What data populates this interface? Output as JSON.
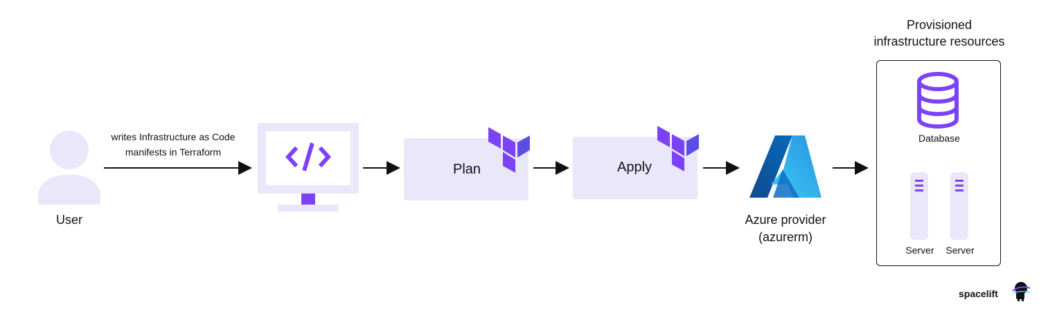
{
  "user": {
    "label": "User",
    "action_line_1": "writes Infrastructure as Code",
    "action_line_2": "manifests in Terraform"
  },
  "steps": {
    "plan_label": "Plan",
    "apply_label": "Apply"
  },
  "provider": {
    "line_1": "Azure provider",
    "line_2": "(azurerm)"
  },
  "resources": {
    "title_line_1": "Provisioned",
    "title_line_2": "infrastructure resources",
    "database_label": "Database",
    "server_1_label": "Server",
    "server_2_label": "Server"
  },
  "brand": {
    "name": "spacelift"
  },
  "colors": {
    "accent_purple": "#7b42f6",
    "light_purple": "#ebe7fb",
    "terraform_purple": "#5c4ee5",
    "azure_blue": "#1f74d8",
    "azure_light": "#39c7f4",
    "line": "#111111"
  },
  "icons": {
    "user": "user-icon",
    "code": "code-icon",
    "terraform": "terraform-logo-icon",
    "azure": "azure-logo-icon",
    "database": "database-icon",
    "server": "server-icon",
    "brand": "spacelift-logo-icon"
  }
}
